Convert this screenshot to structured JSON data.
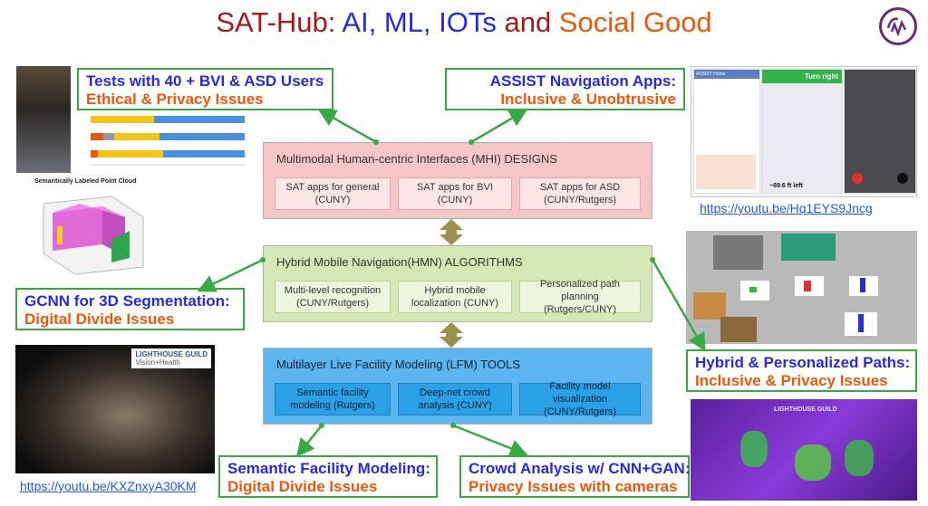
{
  "title": {
    "part1": "SAT-Hub: ",
    "part2": "AI, ML, IOTs",
    "part3": " and ",
    "part4": "Social Good",
    "colors": {
      "part1": "#a31a1a",
      "part2": "#2a2ad6",
      "part4": "#e8590c"
    }
  },
  "callouts": {
    "tests": {
      "line1": "Tests with 40 + BVI & ASD Users",
      "line2": "Ethical & Privacy Issues"
    },
    "assist": {
      "line1": "ASSIST Navigation Apps:",
      "line2": "Inclusive & Unobtrusive"
    },
    "gcnn": {
      "line1": "GCNN for 3D Segmentation:",
      "line2": "Digital Divide Issues"
    },
    "hybrid": {
      "line1": "Hybrid & Personalized Paths:",
      "line2": "Inclusive & Privacy Issues"
    },
    "semantic": {
      "line1": "Semantic Facility Modeling:",
      "line2": "Digital Divide Issues"
    },
    "crowd": {
      "line1": "Crowd Analysis w/ CNN+GAN:",
      "line2": "Privacy Issues with cameras"
    }
  },
  "links": {
    "assist_video": "https://youtu.be/Hq1EYS9Jncg",
    "lighthouse_video": "https://youtu.be/KXZnxyA30KM"
  },
  "panels": {
    "mhi": {
      "title": "Multimodal Human-centric Interfaces (MHI) DESIGNS",
      "items": [
        "SAT apps for general (CUNY)",
        "SAT apps for BVI (CUNY)",
        "SAT apps for ASD (CUNY/Rutgers)"
      ]
    },
    "hmn": {
      "title": "Hybrid Mobile Navigation(HMN) ALGORITHMS",
      "items": [
        "Multi-level recognition (CUNY/Rutgers)",
        "Hybrid mobile localization (CUNY)",
        "Personalized path planning (Rutgers/CUNY)"
      ]
    },
    "lfm": {
      "title": "Multilayer Live Facility Modeling (LFM) TOOLS",
      "items": [
        "Semantic facility modeling (Rutgers)",
        "Deep-net crowd analysis (CUNY)",
        "Facility model visualization (CUNY/Rutgers)"
      ]
    }
  },
  "images": {
    "point_cloud_title": "Semantically Labeled Point Cloud",
    "lighthouse_logo": "LIGHTHOUSE GUILD",
    "lighthouse_sub": "Vision+Health",
    "phone_turn": "Turn right",
    "phone_distance": "~69.6 ft left",
    "phone_app": "ASSIST Home"
  },
  "colors": {
    "accent_green": "#3aa845",
    "link_blue": "#1f5bd6"
  }
}
